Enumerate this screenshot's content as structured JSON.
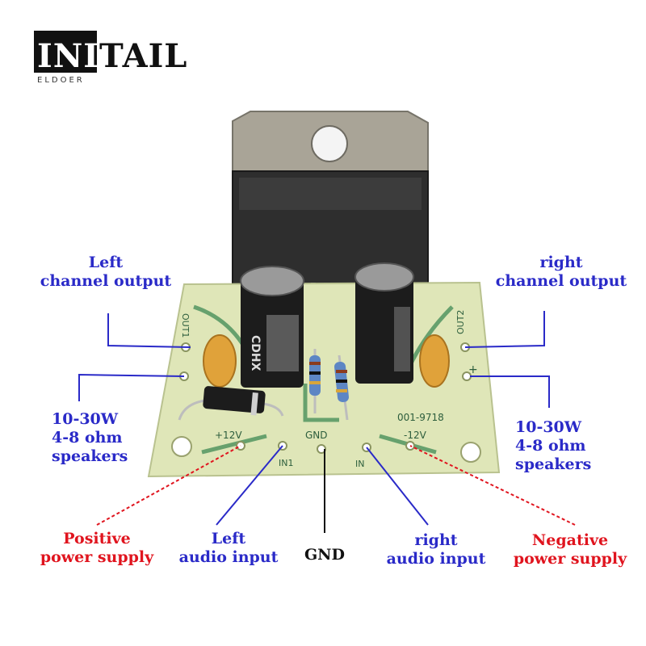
{
  "logo": {
    "text_inverted": "INI",
    "text_rest": "TAIL",
    "subtitle": "ELDOER"
  },
  "board": {
    "silk_out1": "OUT1",
    "silk_out2": "OUT2",
    "silk_plus12": "+12V",
    "silk_gnd": "GND",
    "silk_minus12": "-12V",
    "silk_in1": "IN1",
    "silk_in2": "IN",
    "silk_part": "001-9718",
    "silk_plus": "+",
    "cap_left_text": "CDHX",
    "colors": {
      "pcb": "#dfe6b8",
      "trace": "#3f8a55",
      "heatsink": "#a9a497",
      "chip": "#2e2e2e",
      "capacitor": "#1c1c1c",
      "cap_yellow": "#e0a23a"
    }
  },
  "labels": {
    "left_output": [
      "Left",
      "channel output"
    ],
    "right_output": [
      "right",
      "channel output"
    ],
    "left_speakers": [
      "10-30W",
      "4-8 ohm",
      "speakers"
    ],
    "right_speakers": [
      "10-30W",
      "4-8 ohm",
      "speakers"
    ],
    "positive_supply": [
      "Positive",
      "power supply"
    ],
    "left_input": [
      "Left",
      "audio input"
    ],
    "gnd": "GND",
    "right_input": [
      "right",
      "audio input"
    ],
    "negative_supply": [
      "Negative",
      "power supply"
    ]
  },
  "colors": {
    "blue_label": "#2a2ac8",
    "red_label": "#e0141e",
    "black_label": "#111111"
  }
}
